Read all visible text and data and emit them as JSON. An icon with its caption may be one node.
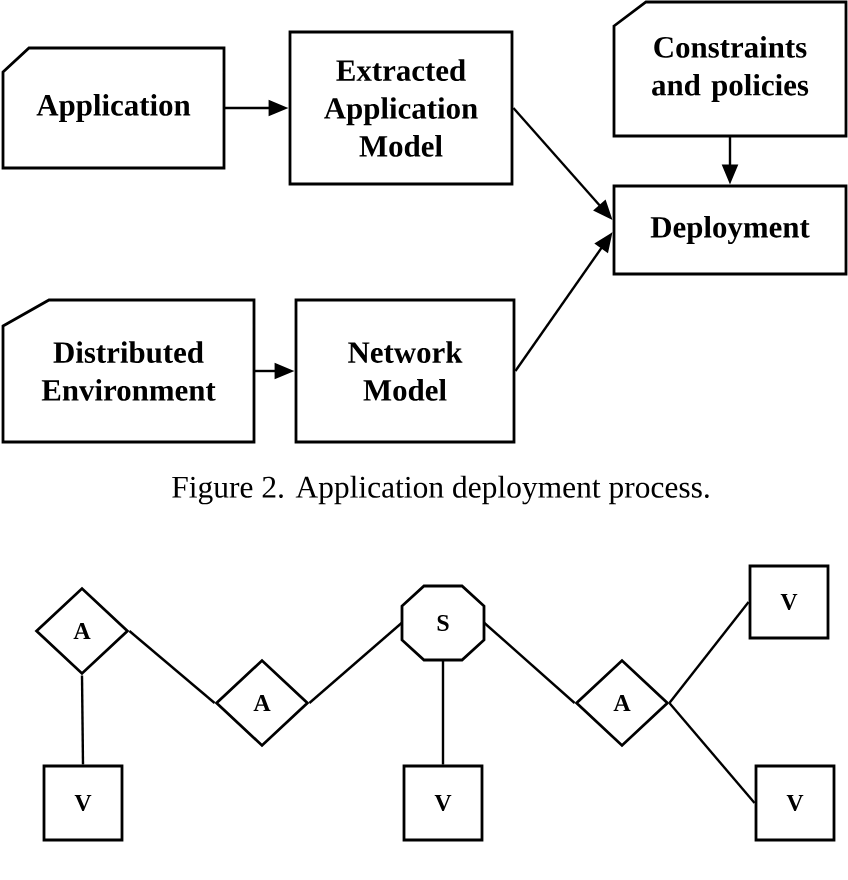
{
  "diagram": {
    "caption": "Figure 2. Application deployment process.",
    "nodes": [
      {
        "text": [
          "Application"
        ]
      },
      {
        "text": [
          "Extracted Application Model"
        ]
      },
      {
        "text": [
          "Constraints and policies"
        ]
      },
      {
        "text": [
          "Deployment"
        ]
      },
      {
        "text": [
          "Distributed Environment"
        ]
      },
      {
        "text": [
          "Network Model"
        ]
      },
      {
        "text": [
          "A"
        ]
      },
      {
        "text": [
          "A"
        ]
      },
      {
        "text": [
          "S"
        ]
      },
      {
        "text": [
          "A"
        ]
      },
      {
        "text": [
          "V"
        ]
      },
      {
        "text": [
          "V"
        ]
      },
      {
        "text": [
          "V"
        ]
      },
      {
        "text": [
          "V"
        ]
      }
    ],
    "edges": [
      {
        "from": 0,
        "to": 1,
        "arrow": "to"
      },
      {
        "from": 1,
        "to": 3,
        "arrow": "to"
      },
      {
        "from": 2,
        "to": 3,
        "arrow": "to"
      },
      {
        "from": 4,
        "to": 5,
        "arrow": "to"
      },
      {
        "from": 5,
        "to": 3,
        "arrow": "to"
      },
      {
        "from": 6,
        "to": 7,
        "arrow": "none"
      },
      {
        "from": 6,
        "to": 11,
        "arrow": "none"
      },
      {
        "from": 7,
        "to": 8,
        "arrow": "none"
      },
      {
        "from": 8,
        "to": 9,
        "arrow": "none"
      },
      {
        "from": 8,
        "to": 12,
        "arrow": "none"
      },
      {
        "from": 9,
        "to": 10,
        "arrow": "none"
      },
      {
        "from": 9,
        "to": 13,
        "arrow": "none"
      }
    ]
  }
}
